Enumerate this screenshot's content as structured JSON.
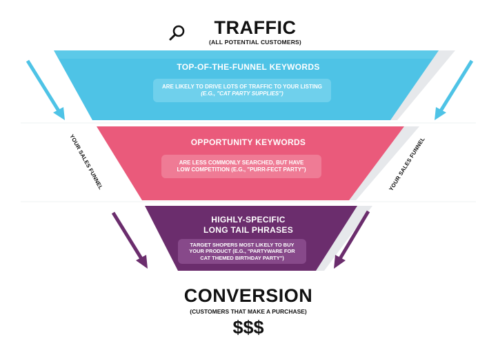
{
  "top": {
    "title": "TRAFFIC",
    "subtitle": "(ALL POTENTIAL CUSTOMERS)",
    "icon": "search-icon"
  },
  "tiers": [
    {
      "title_line1": "TOP-OF-THE-FUNNEL KEYWORDS",
      "title_line2": "",
      "desc_line1": "ARE LIKELY TO DRIVE LOTS OF TRAFFIC TO YOUR LISTING",
      "desc_line2": "(E.G., \"CAT PARTY SUPPLIES\")",
      "color": "#4ec3e6",
      "box_color": "#6fd0ec"
    },
    {
      "title_line1": "OPPORTUNITY KEYWORDS",
      "title_line2": "",
      "desc_line1": "ARE LESS COMMONLY SEARCHED, BUT HAVE",
      "desc_line2": "LOW COMPETITION (E.G., \"PURR-FECT PARTY\")",
      "color": "#ea5a7b",
      "box_color": "#ef7b95"
    },
    {
      "title_line1": "HIGHLY-SPECIFIC",
      "title_line2": "LONG TAIL PHRASES",
      "desc_line1": "TARGET SHOPERS MOST LIKELY TO BUY",
      "desc_line2": "YOUR PRODUCT (E.G., \"PARTYWARE FOR",
      "desc_line3": "CAT THEMED BIRTHDAY PARTY\")",
      "color": "#6b2d6d",
      "box_color": "#87498a"
    }
  ],
  "side_labels": {
    "left": "YOUR SALES FUNNEL",
    "right": "YOUR SALES FUNNEL"
  },
  "bottom": {
    "title": "CONVERSION",
    "subtitle": "(CUSTOMERS THAT MAKE A PURCHASE)",
    "money": "$$$"
  },
  "colors": {
    "blue_arrow": "#4ec3e6",
    "purple_arrow": "#6b2d6d",
    "shadow": "#e9ebee"
  }
}
